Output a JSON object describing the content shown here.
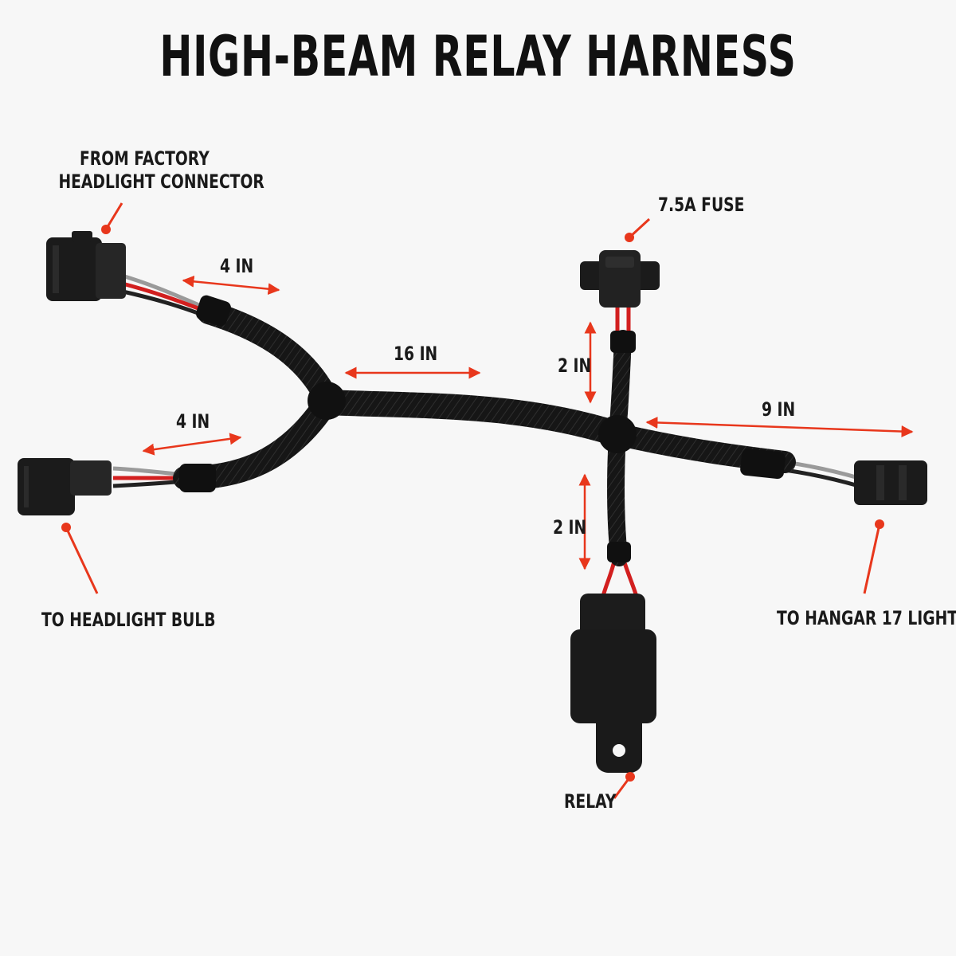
{
  "title": "HIGH-BEAM RELAY HARNESS",
  "labels": {
    "factory_connector": [
      "FROM FACTORY",
      "HEADLIGHT CONNECTOR"
    ],
    "fuse": "7.5A FUSE",
    "headlight_bulb": "TO HEADLIGHT BULB",
    "hangar_light": "TO HANGAR 17 LIGHT",
    "relay": "RELAY"
  },
  "dimensions": {
    "upper_left_branch": "4 IN",
    "lower_left_branch": "4 IN",
    "main_trunk": "16 IN",
    "fuse_branch": "2 IN",
    "relay_branch": "2 IN",
    "right_branch": "9 IN"
  },
  "colors": {
    "annotation": "#e8371c",
    "harness": "#141414",
    "wire_red": "#d21f1f",
    "wire_gray": "#9a9a9a",
    "text": "#1a1a1a"
  }
}
